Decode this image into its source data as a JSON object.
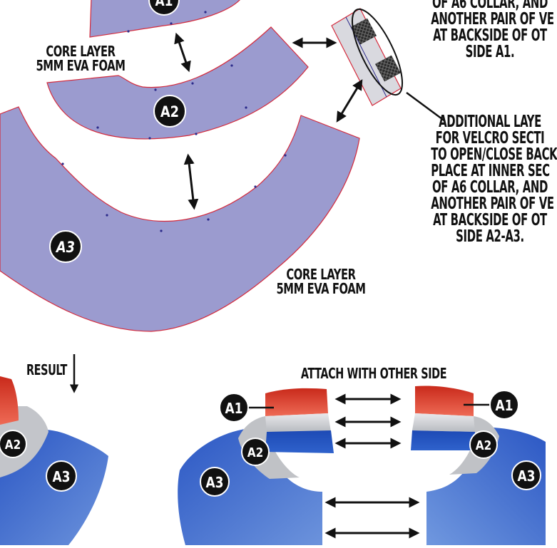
{
  "colors": {
    "piece_fill": "#9b9bcf",
    "piece_edge": "#d42a3c",
    "notch": "#2b2a8a",
    "badge_fill": "#111111",
    "badge_text": "#ffffff",
    "red": "#e03a24",
    "white_band": "#cfd2d6",
    "blue": "#1f4fb8",
    "blue_light": "#4d7fd8",
    "grey_collar": "#bfc1c5",
    "arrow": "#111111"
  },
  "pieces": [
    {
      "label": "A1"
    },
    {
      "label": "A2"
    },
    {
      "label": "A3"
    }
  ],
  "core_layer_labels": [
    {
      "lines": [
        "CORE LAYER",
        "5MM EVA FOAM"
      ]
    },
    {
      "lines": [
        "CORE LAYER",
        "5MM EVA FOAM"
      ]
    }
  ],
  "velcro_note_top": {
    "lines": [
      "OF A6 COLLAR, AND",
      "ANOTHER PAIR OF VE",
      "AT BACKSIDE OF OT",
      "SIDE A1."
    ]
  },
  "velcro_note_main": {
    "lines": [
      "ADDITIONAL LAYE",
      "FOR VELCRO SECTI",
      "TO OPEN/CLOSE BACK",
      "PLACE AT INNER SEC",
      "OF A6 COLLAR, AND",
      "ANOTHER PAIR OF VE",
      "AT BACKSIDE OF OT",
      "SIDE A2-A3."
    ]
  },
  "result_label": "RESULT",
  "attach_label": "ATTACH WITH OTHER SIDE",
  "result_badges": [
    "A2",
    "A3"
  ],
  "attach_left_badges": [
    "A1",
    "A2",
    "A3"
  ],
  "attach_right_badges": [
    "A1",
    "A2",
    "A3"
  ]
}
